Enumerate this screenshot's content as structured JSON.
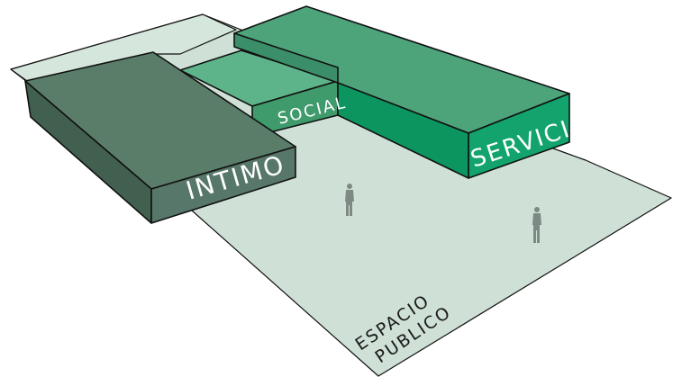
{
  "zones": {
    "intimo": {
      "label": "INTIMO",
      "color_top": "#52705f",
      "color_side": "#3f5c4d",
      "color_front": "#557563"
    },
    "social": {
      "label": "SOCIAL",
      "color_top": "#4ea47a",
      "color_side": "#3a8f67"
    },
    "servicio": {
      "label": "SERVICIO",
      "color_top": "#0f9a66",
      "color_side": "#0c8a5b",
      "color_front": "#12a46c"
    },
    "public_space": {
      "label_line1": "ESPACIO",
      "label_line2": "PUBLICO",
      "color": "#cfe1d6"
    }
  },
  "figures": [
    {
      "name": "person-1"
    },
    {
      "name": "person-2"
    }
  ]
}
